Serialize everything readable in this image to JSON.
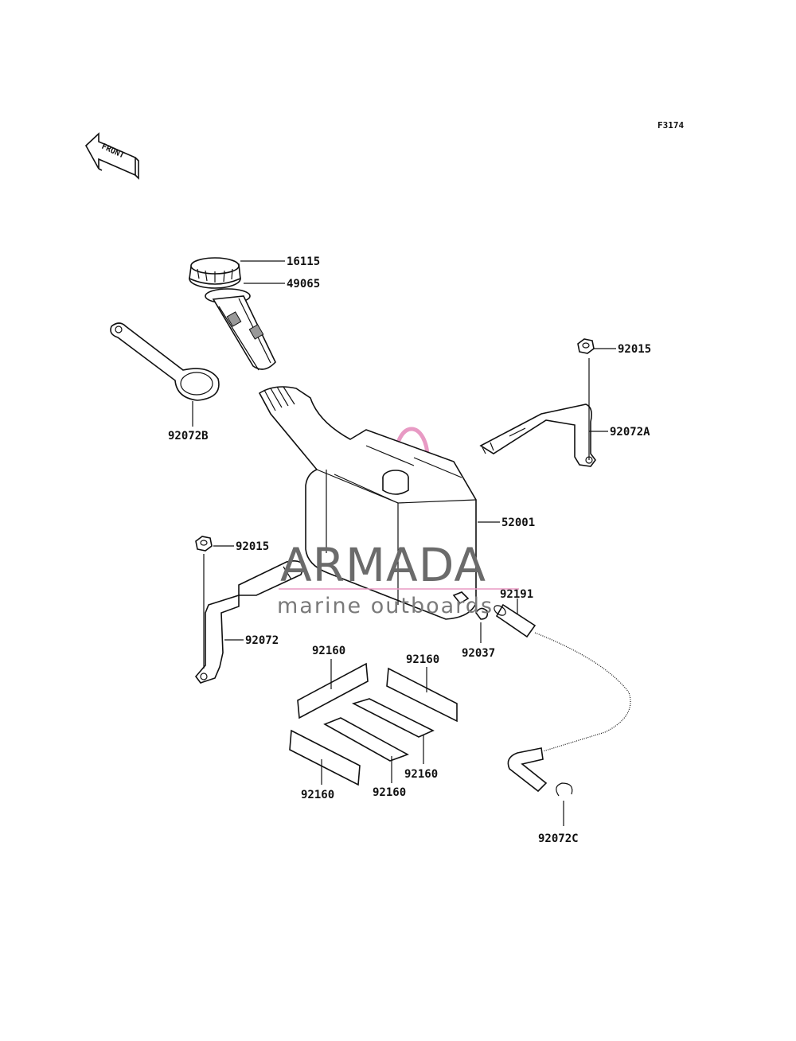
{
  "figure": {
    "code": "F3174"
  },
  "front_arrow": {
    "label": "FRONT"
  },
  "parts": [
    {
      "id": "16115"
    },
    {
      "id": "49065"
    },
    {
      "id": "92072B"
    },
    {
      "id": "92015"
    },
    {
      "id": "92072A"
    },
    {
      "id": "52001"
    },
    {
      "id": "92015"
    },
    {
      "id": "92191"
    },
    {
      "id": "92072"
    },
    {
      "id": "92160"
    },
    {
      "id": "92160"
    },
    {
      "id": "92037"
    },
    {
      "id": "92160"
    },
    {
      "id": "92160"
    },
    {
      "id": "92160"
    },
    {
      "id": "92072C"
    }
  ],
  "watermark": {
    "brand": "ARMADA",
    "tagline": "marine outboards",
    "logo_color": "#e89ac4"
  }
}
